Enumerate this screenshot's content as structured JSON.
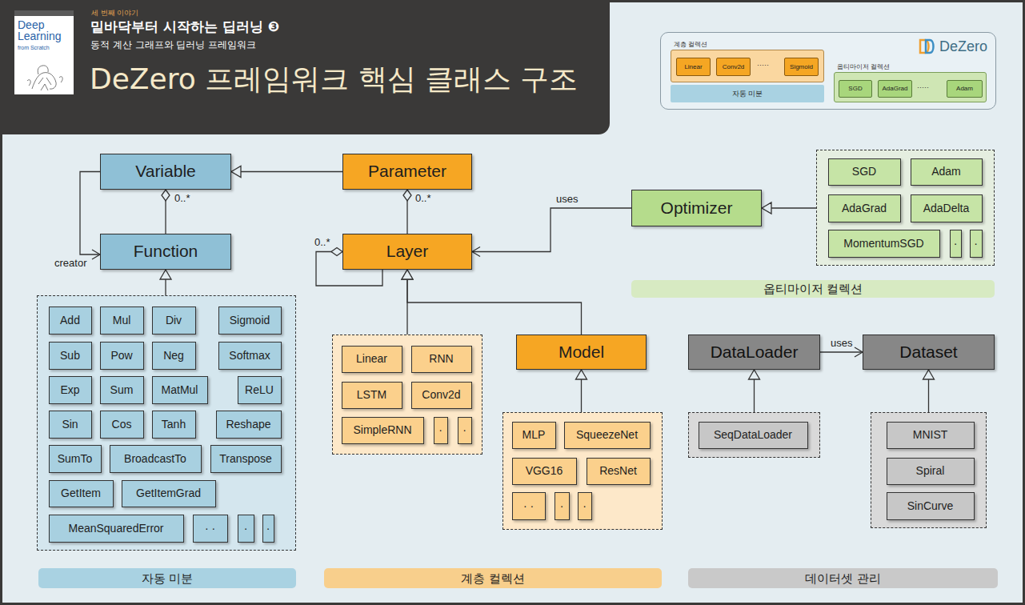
{
  "diagram": {
    "title": "DeZero 프레임워크 핵심 클래스 구조",
    "nodes": [
      {
        "text": [
          "DeZero"
        ]
      },
      {
        "text": [
          "계층 컬렉션"
        ],
        "in": 0
      },
      {
        "text": [
          "Linear"
        ],
        "in": 1
      },
      {
        "text": [
          "Conv2d"
        ],
        "in": 1
      },
      {
        "text": [
          "Sigmoid"
        ],
        "in": 1
      },
      {
        "text": [
          "자동 미분"
        ],
        "in": 0
      },
      {
        "text": [
          "옵티마이저 컬렉션"
        ],
        "in": 0
      },
      {
        "text": [
          "SGD"
        ],
        "in": 6
      },
      {
        "text": [
          "AdaGrad"
        ],
        "in": 6
      },
      {
        "text": [
          "Adam"
        ],
        "in": 6
      },
      {
        "text": [
          "Variable"
        ]
      },
      {
        "text": [
          "Parameter"
        ]
      },
      {
        "text": [
          "Optimizer"
        ]
      },
      {
        "text": [
          "Function"
        ]
      },
      {
        "text": [
          "Layer"
        ]
      },
      {
        "text": []
      },
      {
        "text": [
          "SGD"
        ],
        "in": 15
      },
      {
        "text": [
          "Adam"
        ],
        "in": 15
      },
      {
        "text": [
          "AdaGrad"
        ],
        "in": 15
      },
      {
        "text": [
          "AdaDelta"
        ],
        "in": 15
      },
      {
        "text": [
          "MomentumSGD"
        ],
        "in": 15
      },
      {
        "text": [
          "·"
        ],
        "in": 15
      },
      {
        "text": [
          "·"
        ],
        "in": 15
      },
      {
        "text": [
          "옵티마이저 컬렉션"
        ]
      },
      {
        "text": []
      },
      {
        "text": [
          "Add"
        ],
        "in": 24
      },
      {
        "text": [
          "Mul"
        ],
        "in": 24
      },
      {
        "text": [
          "Div"
        ],
        "in": 24
      },
      {
        "text": [
          "Sigmoid"
        ],
        "in": 24
      },
      {
        "text": [
          "Sub"
        ],
        "in": 24
      },
      {
        "text": [
          "Pow"
        ],
        "in": 24
      },
      {
        "text": [
          "Neg"
        ],
        "in": 24
      },
      {
        "text": [
          "Softmax"
        ],
        "in": 24
      },
      {
        "text": [
          "Exp"
        ],
        "in": 24
      },
      {
        "text": [
          "Sum"
        ],
        "in": 24
      },
      {
        "text": [
          "MatMul"
        ],
        "in": 24
      },
      {
        "text": [
          "ReLU"
        ],
        "in": 24
      },
      {
        "text": [
          "Sin"
        ],
        "in": 24
      },
      {
        "text": [
          "Cos"
        ],
        "in": 24
      },
      {
        "text": [
          "Tanh"
        ],
        "in": 24
      },
      {
        "text": [
          "Reshape"
        ],
        "in": 24
      },
      {
        "text": [
          "SumTo"
        ],
        "in": 24
      },
      {
        "text": [
          "BroadcastTo"
        ],
        "in": 24
      },
      {
        "text": [
          "Transpose"
        ],
        "in": 24
      },
      {
        "text": [
          "GetItem"
        ],
        "in": 24
      },
      {
        "text": [
          "GetItemGrad"
        ],
        "in": 24
      },
      {
        "text": [
          "MeanSquaredError"
        ],
        "in": 24
      },
      {
        "text": [
          "· ·"
        ],
        "in": 24
      },
      {
        "text": [
          "·"
        ],
        "in": 24
      },
      {
        "text": [
          "·"
        ],
        "in": 24
      },
      {
        "text": []
      },
      {
        "text": [
          "Linear"
        ],
        "in": 50
      },
      {
        "text": [
          "RNN"
        ],
        "in": 50
      },
      {
        "text": [
          "LSTM"
        ],
        "in": 50
      },
      {
        "text": [
          "Conv2d"
        ],
        "in": 50
      },
      {
        "text": [
          "SimpleRNN"
        ],
        "in": 50
      },
      {
        "text": [
          "·"
        ],
        "in": 50
      },
      {
        "text": [
          "·"
        ],
        "in": 50
      },
      {
        "text": [
          "Model"
        ]
      },
      {
        "text": []
      },
      {
        "text": [
          "MLP"
        ],
        "in": 59
      },
      {
        "text": [
          "SqueezeNet"
        ],
        "in": 59
      },
      {
        "text": [
          "VGG16"
        ],
        "in": 59
      },
      {
        "text": [
          "ResNet"
        ],
        "in": 59
      },
      {
        "text": [
          "· ·"
        ],
        "in": 59
      },
      {
        "text": [
          "·"
        ],
        "in": 59
      },
      {
        "text": [
          "·"
        ],
        "in": 59
      },
      {
        "text": [
          "DataLoader"
        ]
      },
      {
        "text": [
          "Dataset"
        ]
      },
      {
        "text": []
      },
      {
        "text": [
          "SeqDataLoader"
        ],
        "in": 69
      },
      {
        "text": []
      },
      {
        "text": [
          "MNIST"
        ],
        "in": 71
      },
      {
        "text": [
          "Spiral"
        ],
        "in": 71
      },
      {
        "text": [
          "SinCurve"
        ],
        "in": 71
      },
      {
        "text": [
          "자동 미분"
        ]
      },
      {
        "text": [
          "계층 컬렉션"
        ]
      },
      {
        "text": [
          "데이터셋 관리"
        ]
      }
    ],
    "edges": [
      {
        "from": 11,
        "to": 10,
        "arrow": "to"
      },
      {
        "from": 13,
        "to": 10,
        "arrow": "to",
        "label": "0..*"
      },
      {
        "from": 10,
        "to": 13,
        "arrow": "to",
        "label": "creator"
      },
      {
        "from": 14,
        "to": 11,
        "arrow": "to",
        "label": "0..*"
      },
      {
        "from": 14,
        "to": 14,
        "arrow": "to",
        "label": "0..*"
      },
      {
        "from": 12,
        "to": 14,
        "arrow": "to",
        "label": "uses"
      },
      {
        "from": 15,
        "to": 12,
        "arrow": "to"
      },
      {
        "from": 24,
        "to": 13,
        "arrow": "to"
      },
      {
        "from": 50,
        "to": 14,
        "arrow": "to"
      },
      {
        "from": 58,
        "to": 14,
        "arrow": "to"
      },
      {
        "from": 59,
        "to": 58,
        "arrow": "to"
      },
      {
        "from": 67,
        "to": 68,
        "arrow": "to",
        "label": "uses"
      },
      {
        "from": 69,
        "to": 67,
        "arrow": "to"
      },
      {
        "from": 71,
        "to": 68,
        "arrow": "to"
      }
    ],
    "labels": [
      "세 번째 이야기",
      "밑바닥부터 시작하는 딥러닝 ❸",
      "동적 계산 그래프와 딥러닝 프레임워크",
      "Deep Learning",
      "from Scratch",
      "·····",
      "·····"
    ]
  }
}
